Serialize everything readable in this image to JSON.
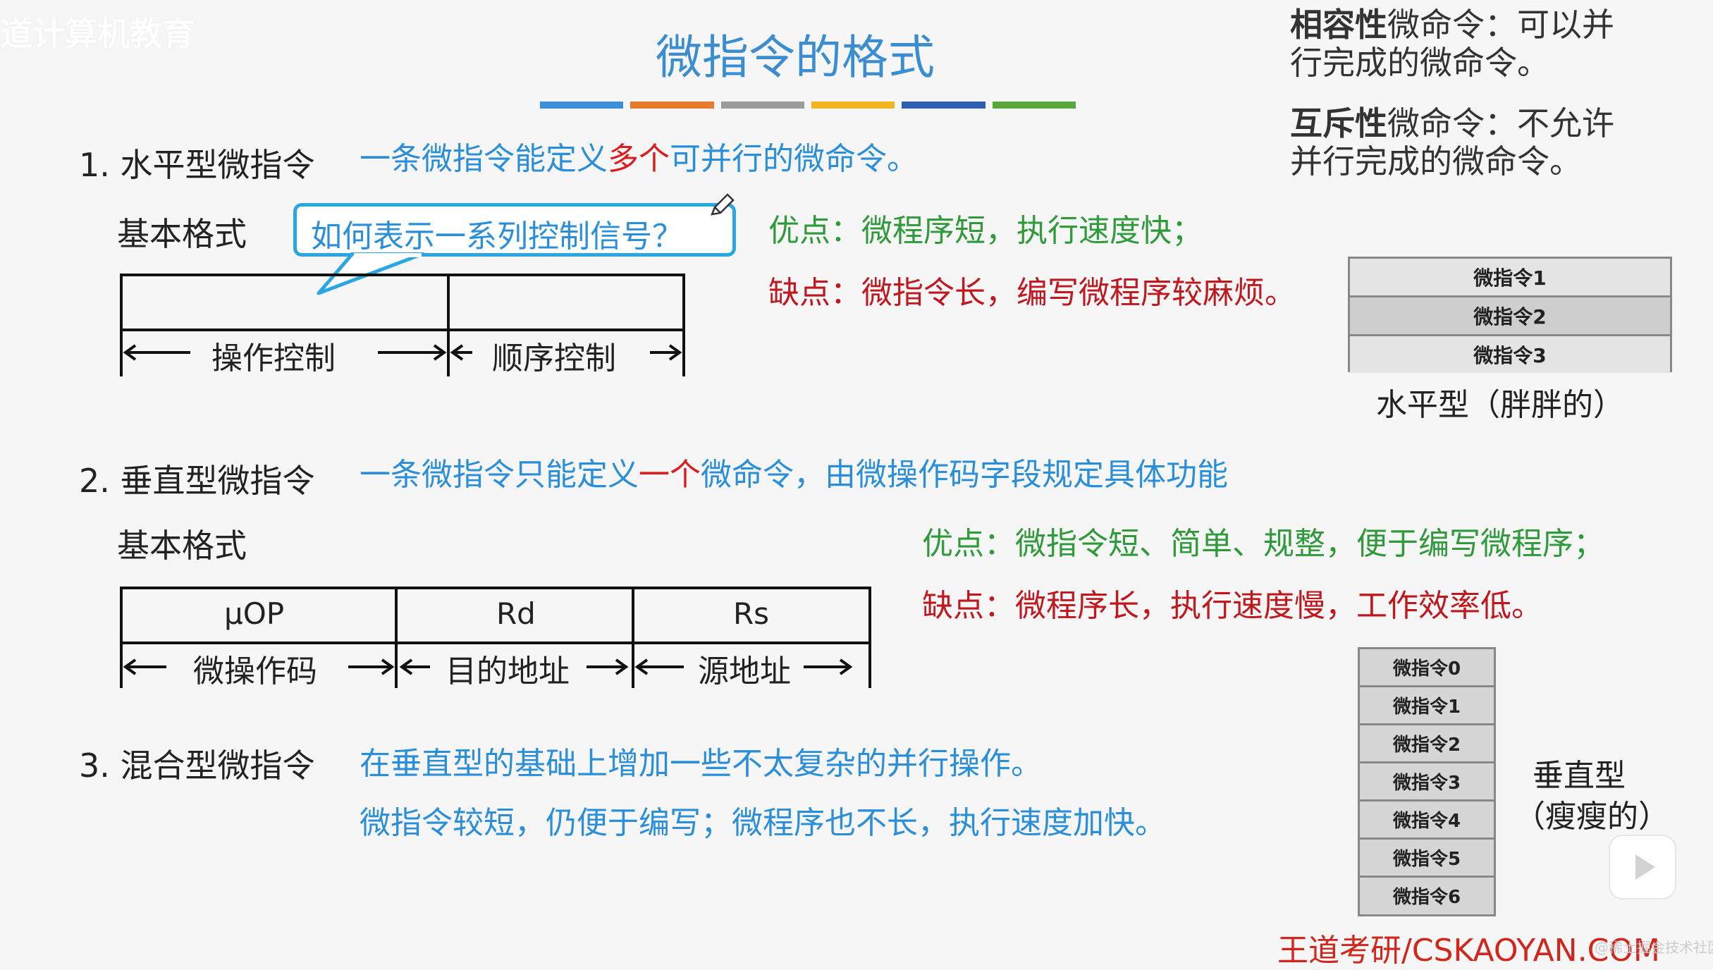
{
  "watermark": "道计算机教育",
  "title": "微指令的格式",
  "title_bar_colors": [
    "#3c8fd6",
    "#e87a2e",
    "#9b9b9b",
    "#f3b51f",
    "#2e5fb0",
    "#5aa83c"
  ],
  "notes": {
    "compat_bold": "相容性",
    "compat_line1_rest": "微命令：可以并",
    "compat_line2": "行完成的微命令。",
    "mutex_bold": "互斥性",
    "mutex_line1_rest": "微命令：不允许",
    "mutex_line2": "并行完成的微命令。"
  },
  "horizontal": {
    "heading": "1. 水平型微指令",
    "desc_a": "一条微指令能定义",
    "desc_b": "多个",
    "desc_c": "可并行的微命令。",
    "format_label": "基本格式",
    "bubble": "如何表示一系列控制信号？",
    "field1": "操作控制",
    "field2": "顺序控制",
    "pro": "优点：微程序短，执行速度快；",
    "con": "缺点：微指令长，编写微程序较麻烦。",
    "stack": [
      "微指令1",
      "微指令2",
      "微指令3"
    ],
    "caption": "水平型（胖胖的）"
  },
  "vertical": {
    "heading": "2. 垂直型微指令",
    "desc_a": "一条微指令只能定义",
    "desc_b": "一个",
    "desc_c": "微命令，由微操作码字段规定具体功能",
    "format_label": "基本格式",
    "cells": [
      "μOP",
      "Rd",
      "Rs"
    ],
    "fields": [
      "微操作码",
      "目的地址",
      "源地址"
    ],
    "pro": "优点：微指令短、简单、规整，便于编写微程序；",
    "con": "缺点：微程序长，执行速度慢，工作效率低。",
    "stack": [
      "微指令0",
      "微指令1",
      "微指令2",
      "微指令3",
      "微指令4",
      "微指令5",
      "微指令6"
    ],
    "caption_line1": "垂直型",
    "caption_line2": "（瘦瘦的）"
  },
  "mixed": {
    "heading": "3. 混合型微指令",
    "line1": "在垂直型的基础上增加一些不太复杂的并行操作。",
    "line2": "微指令较短，仍便于编写；微程序也不长，执行速度加快。"
  },
  "footer": "王道考研/CSKAOYAN.COM",
  "footer_wm": "@稀土掘金技术社区"
}
